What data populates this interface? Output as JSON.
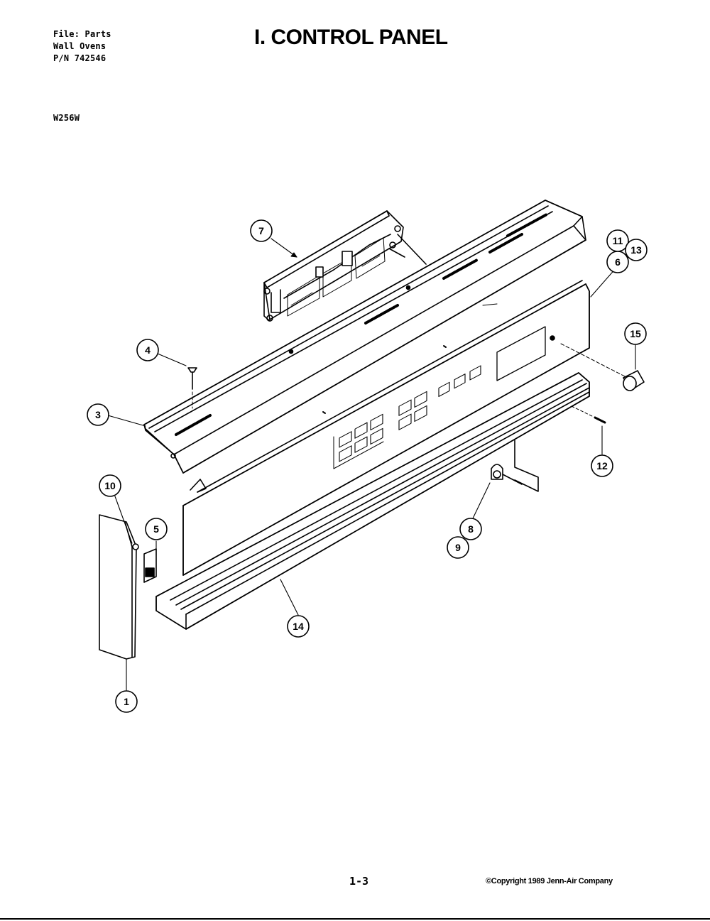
{
  "header": {
    "file_line": "File: Parts",
    "category_line": "Wall Ovens",
    "part_number_line": "P/N 742546",
    "model": "W256W",
    "title": "I. CONTROL PANEL"
  },
  "callouts": [
    "7",
    "11",
    "13",
    "6",
    "15",
    "4",
    "3",
    "12",
    "10",
    "5",
    "8",
    "9",
    "14",
    "1"
  ],
  "footer": {
    "page_number": "1-3",
    "copyright": "©Copyright 1989 Jenn-Air Company"
  }
}
